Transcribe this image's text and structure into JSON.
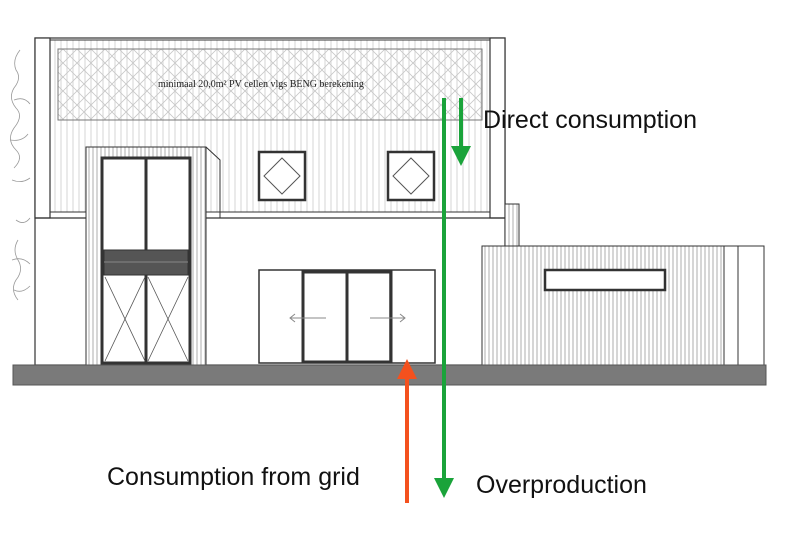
{
  "drawing": {
    "pv_note": "minimaal 20,0m² PV cellen vlgs BENG berekening"
  },
  "labels": {
    "direct_consumption": "Direct consumption",
    "overproduction": "Overproduction",
    "consumption_from_grid": "Consumption from grid"
  },
  "colors": {
    "green_arrow": "#1aa33a",
    "red_arrow": "#f4511e",
    "line": "#333333",
    "ground": "#7a7a7a",
    "pv_hatch": "#bdbdbd"
  },
  "icons": {
    "window_symbol": "window-diamond-icon",
    "slide_arrow": "sliding-door-arrow-icon"
  }
}
